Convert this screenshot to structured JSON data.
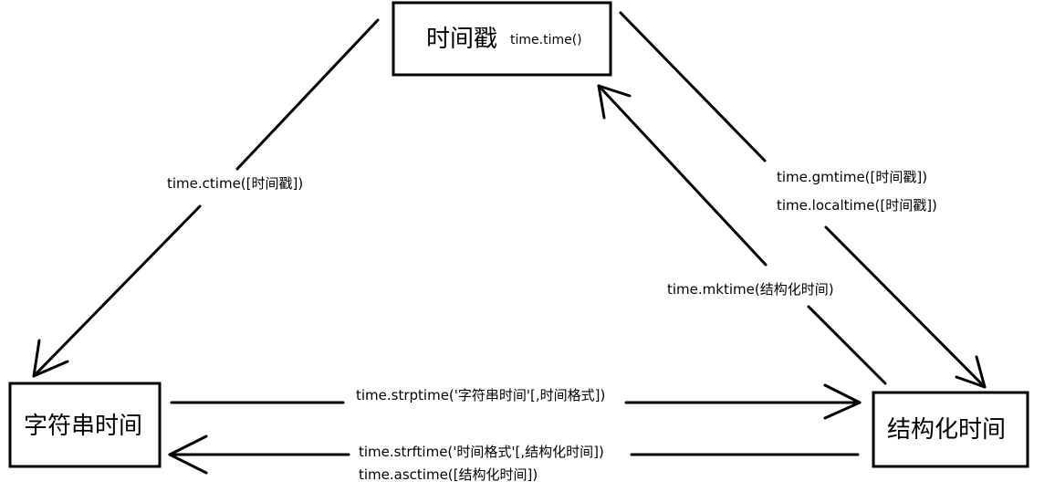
{
  "nodes": {
    "timestamp": {
      "label": "时间戳",
      "sublabel": "time.time()"
    },
    "string_time": {
      "label": "字符串时间"
    },
    "struct_time": {
      "label": "结构化时间"
    }
  },
  "edges": {
    "ts_to_string": {
      "label": "time.ctime([时间戳])"
    },
    "ts_to_struct": {
      "labels": [
        "time.gmtime([时间戳])",
        "time.localtime([时间戳])"
      ]
    },
    "struct_to_ts": {
      "label": "time.mktime(结构化时间)"
    },
    "string_to_struct": {
      "label": "time.strptime('字符串时间'[,时间格式])"
    },
    "struct_to_string": {
      "labels": [
        "time.strftime('时间格式'[,结构化时间])",
        "time.asctime([结构化时间])"
      ]
    }
  }
}
